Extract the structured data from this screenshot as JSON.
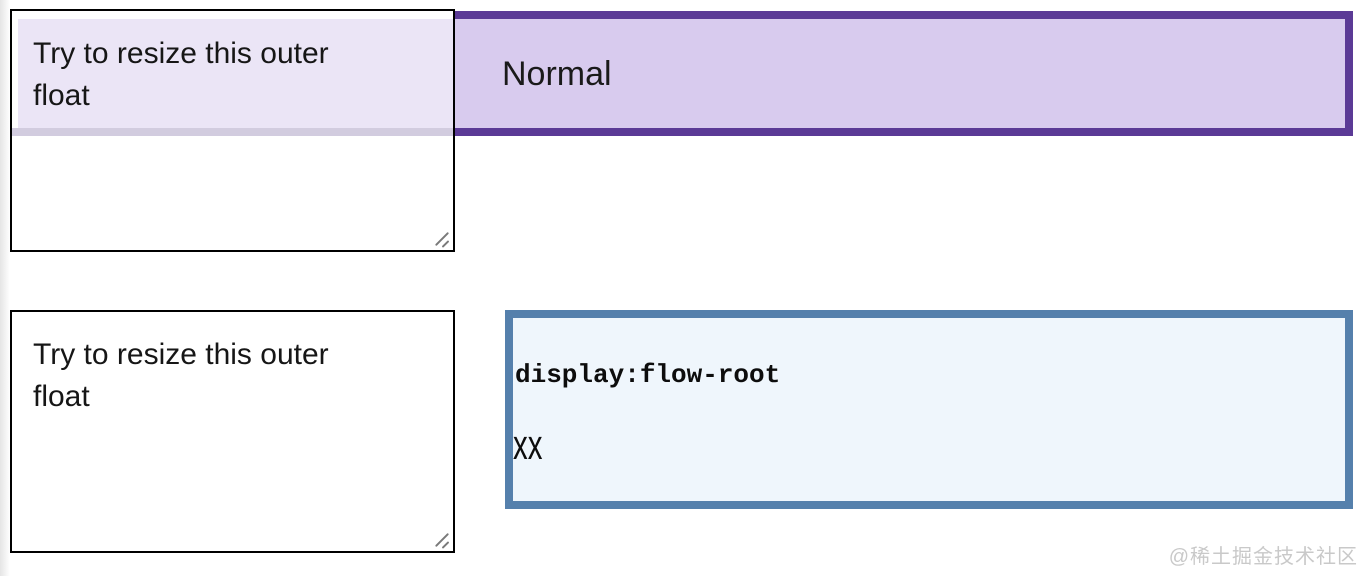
{
  "meta": {
    "watermark": "@稀土掘金技术社区"
  },
  "colors": {
    "page_bg": "#ffffff",
    "normal_box_border": "#5B3A96",
    "normal_box_bg": "#D8CBEE",
    "flow_root_box_border": "#5580AC",
    "flow_root_box_bg": "#EFF6FC",
    "float_border": "#000000",
    "float_bg": "#ffffff",
    "float_overlay_rect": "#EBE5F6",
    "float_overlay_band": "#D2CCDF",
    "resize_handle": "#7a7a7a",
    "watermark_text": "#c9c9c9"
  },
  "sections": {
    "normal": {
      "float_text": "Try to resize this outer\nfloat",
      "box_text": "Normal"
    },
    "flow_root": {
      "float_text": "Try to resize this outer\nfloat",
      "code_text": "display:flow-root",
      "after_code_text": "xx"
    }
  }
}
